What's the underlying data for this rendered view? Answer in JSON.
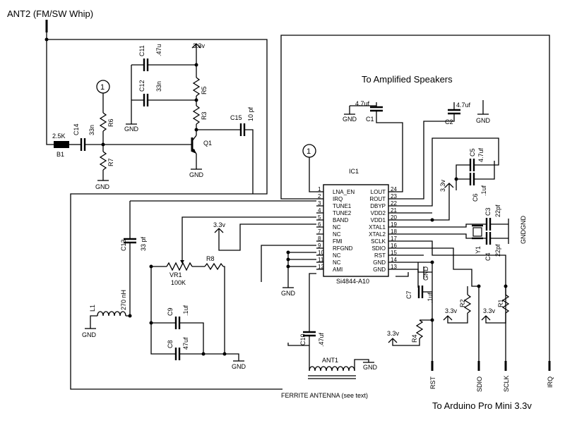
{
  "antenna": {
    "title": "ANT2 (FM/SW Whip)"
  },
  "ic": {
    "ref": "IC1",
    "part": "Si4844-A10",
    "left_pins": [
      {
        "n": "1",
        "name": "LNA_EN"
      },
      {
        "n": "2",
        "name": "IRQ"
      },
      {
        "n": "3",
        "name": "TUNE1"
      },
      {
        "n": "4",
        "name": "TUNE2"
      },
      {
        "n": "5",
        "name": "BAND"
      },
      {
        "n": "6",
        "name": "NC"
      },
      {
        "n": "7",
        "name": "NC"
      },
      {
        "n": "8",
        "name": "FMI"
      },
      {
        "n": "9",
        "name": "RFGND"
      },
      {
        "n": "10",
        "name": "NC"
      },
      {
        "n": "11",
        "name": "NC"
      },
      {
        "n": "12",
        "name": "AMI"
      }
    ],
    "right_pins": [
      {
        "n": "24",
        "name": "LOUT"
      },
      {
        "n": "23",
        "name": "ROUT"
      },
      {
        "n": "22",
        "name": "DBYP"
      },
      {
        "n": "21",
        "name": "VDD2"
      },
      {
        "n": "20",
        "name": "VDD1"
      },
      {
        "n": "19",
        "name": "XTAL1"
      },
      {
        "n": "18",
        "name": "XTAL2"
      },
      {
        "n": "17",
        "name": "SCLK"
      },
      {
        "n": "16",
        "name": "SDIO"
      },
      {
        "n": "15",
        "name": "RST"
      },
      {
        "n": "14",
        "name": "GND"
      },
      {
        "n": "13",
        "name": "GND"
      }
    ]
  },
  "labels": {
    "speakers": "To Amplified Speakers",
    "arduino": "To Arduino Pro Mini 3.3v",
    "ferrite": "FERRITE ANTENNA (see text)",
    "v33": "3.3v",
    "gnd": "GND",
    "gndgnd": "GNDGND",
    "node1": "1"
  },
  "components": {
    "r_in": "2.5K",
    "b1": "B1",
    "c14": "C14",
    "c14v": "33n",
    "r6": "R6",
    "r7": "R7",
    "c11": "C11",
    "c11v": ".47u",
    "c12": "C12",
    "c12v": "33n",
    "r5": "R5",
    "r3": "R3",
    "q1": "Q1",
    "c15": "C15",
    "c15v": "10 pf",
    "c13": "C13",
    "c13v": "33 pf",
    "l1": "L1",
    "l1v": "270 nH",
    "vr1": "VR1",
    "vr1v": "100K",
    "r8": "R8",
    "c9": "C9",
    "c9v": ".1uf",
    "c8": "C8",
    "c8v": "47uf",
    "c10": "C10",
    "c10v": ".47uf",
    "ant1": "ANT1",
    "c1": "C1",
    "c1v": "4.7uf",
    "c2": "C2",
    "c2v": "4.7uf",
    "c5": "C5",
    "c5v": "4.7uf",
    "c6": "C6",
    "c6v": ".1uf",
    "c3": "C3",
    "c3v": "22pf",
    "c4": "C4",
    "c4v": "22pf",
    "y1": "Y1",
    "c7": "C7",
    "c7v": ".1uf",
    "r2": "R2",
    "r1": "R1",
    "r4": "R4"
  },
  "connectors": [
    "RST",
    "SDIO",
    "SCLK",
    "IRQ"
  ]
}
